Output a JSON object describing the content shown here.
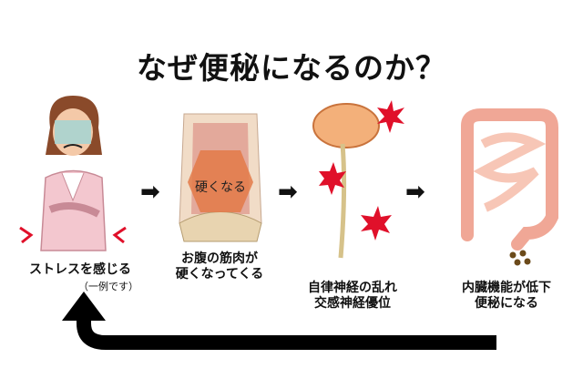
{
  "title": "なぜ便秘になるのか？",
  "steps": [
    {
      "label1": "ストレスを感じる",
      "note": "（一例です）"
    },
    {
      "label1": "お腹の筋肉が",
      "label2": "硬くなってくる",
      "overlay": "硬くなる"
    },
    {
      "label1": "自律神経の乱れ",
      "label2": "交感神経優位"
    },
    {
      "label1": "内臓機能が低下",
      "label2": "便秘になる"
    }
  ],
  "arrow_glyph": "➡"
}
